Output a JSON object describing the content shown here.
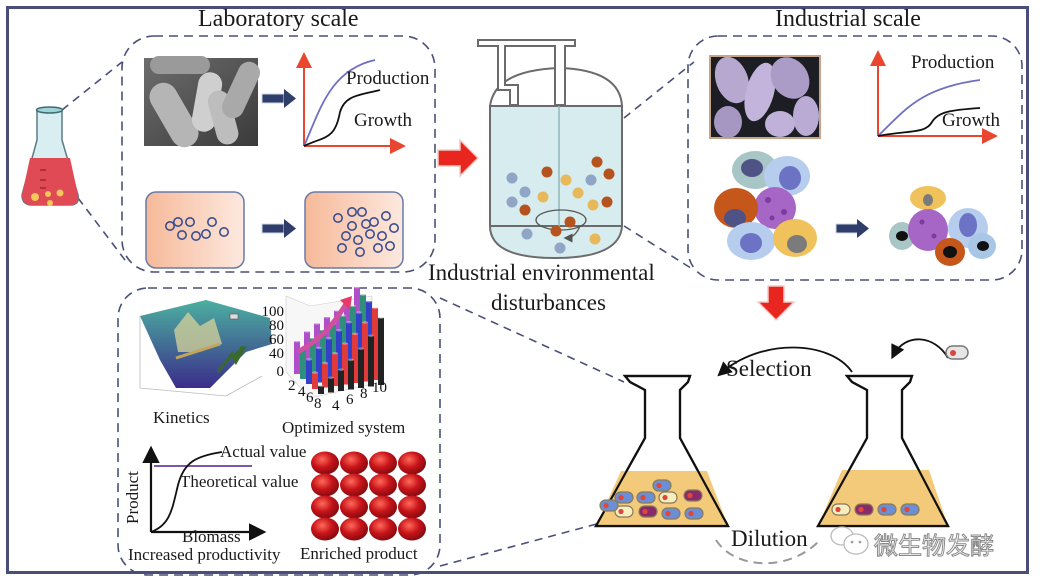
{
  "sections": {
    "lab": {
      "title": "Laboratory scale",
      "curve_labels": {
        "production": "Production",
        "growth": "Growth"
      },
      "micrograph_icon": "rod-bacteria-sem-icon",
      "colony_counts": {
        "before": 8,
        "after": 16
      }
    },
    "industrial": {
      "title": "Industrial scale",
      "curve_labels": {
        "production": "Production",
        "growth": "Growth"
      },
      "micrograph_icon": "industrial-cells-micrograph-icon"
    },
    "reactor": {
      "label_line1": "Industrial environmental",
      "label_line2": "disturbances"
    },
    "optimization": {
      "kinetics_label": "Kinetics",
      "optimized_label": "Optimized system",
      "bar_chart": {
        "y_ticks": [
          "100",
          "80",
          "60",
          "40",
          "0"
        ],
        "x_ticks_left": [
          "2",
          "4",
          "6",
          "8"
        ],
        "x_ticks_right": [
          "4",
          "6",
          "8",
          "10"
        ],
        "series_colors": [
          "#b04fc9",
          "#2f8f7a",
          "#3340c8",
          "#e03a3a",
          "#222222"
        ],
        "series_values": [
          [
            40,
            50,
            58,
            64,
            70,
            78,
            95
          ],
          [
            38,
            48,
            56,
            62,
            70,
            80,
            92
          ],
          [
            30,
            42,
            52,
            60,
            68,
            78,
            90
          ],
          [
            20,
            30,
            40,
            50,
            60,
            72,
            88
          ],
          [
            10,
            18,
            26,
            36,
            48,
            62,
            82
          ]
        ]
      },
      "productivity": {
        "ylabel": "Product",
        "xlabel": "Blomass",
        "actual_label": "Actual value",
        "theoretical_label": "Theoretical value",
        "caption": "Increased productivity"
      },
      "enriched_label": "Enriched product",
      "enriched_grid": {
        "rows": 4,
        "cols": 4
      }
    },
    "evolution": {
      "selection_label": "Selection",
      "dilution_label": "Dilution",
      "flask_left_cells": 10,
      "flask_right_cells": 4
    }
  },
  "watermark": {
    "text": "微生物发酵",
    "icon": "wechat-icon"
  },
  "colors": {
    "frame": "#4a4f7a",
    "dashed": "#4a4f7a",
    "arrow_red": "#e8251f",
    "arrow_navy": "#2f3d6b",
    "axis_red": "#e8462e",
    "production_curve": "#6e6fc0",
    "flask_medium": "#f3c97a",
    "reactor_fluid": "#d6ecee"
  }
}
